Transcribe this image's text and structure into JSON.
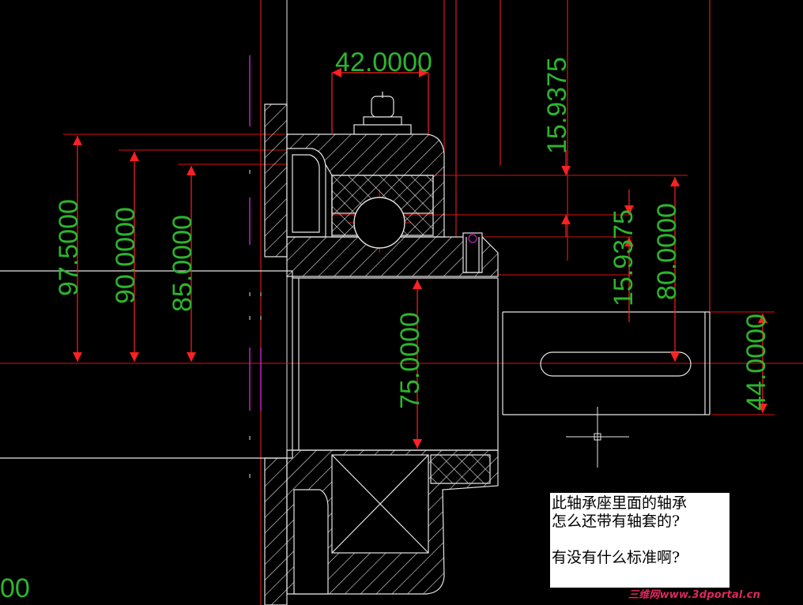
{
  "drawing": {
    "dimensions": [
      {
        "id": "dim-42",
        "text": "42.0000"
      },
      {
        "id": "dim-15a",
        "text": "15.9375"
      },
      {
        "id": "dim-15b",
        "text": "15.9375"
      },
      {
        "id": "dim-97",
        "text": "97.5000"
      },
      {
        "id": "dim-90",
        "text": "90.0000"
      },
      {
        "id": "dim-85",
        "text": "85.0000"
      },
      {
        "id": "dim-80",
        "text": "80.0000"
      },
      {
        "id": "dim-75",
        "text": "75.0000"
      },
      {
        "id": "dim-44",
        "text": "44.0000"
      },
      {
        "id": "dim-00",
        "text": "00"
      }
    ],
    "colors": {
      "background": "#000000",
      "outline": "#ffffff",
      "hatch": "#e6e6e6",
      "centerline": "#e01010",
      "dimension_line": "#ff2020",
      "dimension_text": "#2db52d",
      "magenta": "#c020c0",
      "yellow": "#e0e020"
    }
  },
  "note": {
    "line1": "此轴承座里面的轴承",
    "line2": "怎么还带有轴套的?",
    "line3": "",
    "line4": "有没有什么标准啊?"
  },
  "watermark": "三维网www.3dportal.cn"
}
